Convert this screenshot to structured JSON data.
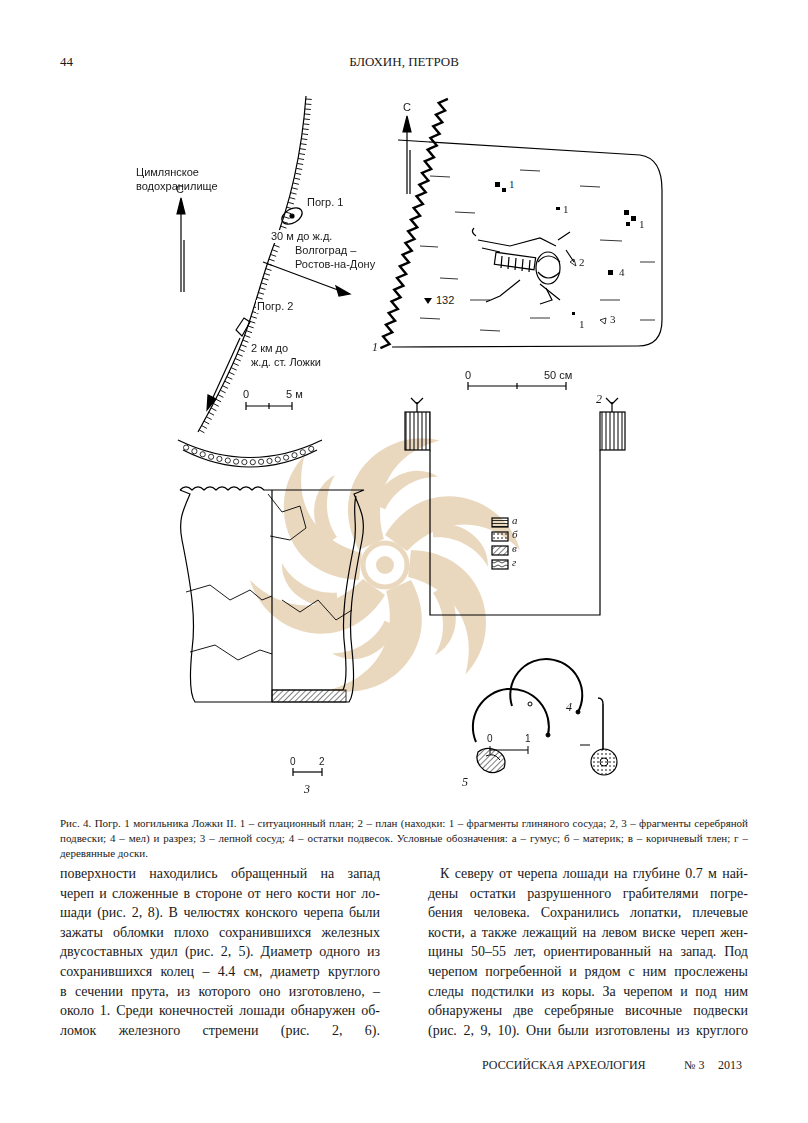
{
  "diagram": {
    "caption": "Рис. 4. Погр. 1 могильника Ложки II. 1 – ситуационный план; 2 – план (находки: 1 – фрагменты глиняного сосуда; 2, 3 – фрагменты серебряной подвески; 4 – мел) и разрез; 3 – лепной сосуд; 4 – остатки подвесок. Условные обозначения: а – гумус; б – материк; в – коричневый тлен; г – деревянные доски.",
    "labels": [
      "44",
      "БЛОХИН, ПЕТРОВ",
      "Цимлянское",
      "водохранилище",
      "С",
      "Погр. 1",
      "30 м до ж.д.",
      "Волгоград –",
      "Ростов-на-Дону",
      "Погр. 2",
      "2 км до",
      "ж.д. ст. Ложки",
      "0",
      "5 м",
      "1",
      "С",
      "1",
      "1",
      "1",
      "2",
      "4",
      "132",
      "1",
      "3",
      "0",
      "50 см",
      "2",
      "0",
      "2",
      "3",
      "4",
      "0",
      "1",
      "5",
      "РОССИЙСКАЯ АРХЕОЛОГИЯ",
      "№ 3",
      "2013",
      "поверхности находились обращенный на запад",
      "череп и сложенные в стороне от него кости ног ло-",
      "шади (рис. 2, 8). В челюстях конского черепа были",
      "зажаты обломки плохо сохранившихся железных",
      "двусоставных удил (рис. 2, 5). Диаметр одного из",
      "сохранившихся колец – 4.4 см, диаметр круглого",
      "в сечении прута, из которого оно изготовлено, –",
      "около 1. Среди конечностей лошади обнаружен об-",
      "ломок железного стремени (рис. 2, 6).",
      "К северу от черепа лошади на глубине 0.7 м най-",
      "дены остатки разрушенного грабителями погре-",
      "бения человека. Сохранились лопатки, плечевые",
      "кости, а также лежащий на левом виске череп жен-",
      "щины 50–55 лет, ориентированный на запад. Под",
      "черепом погребенной и рядом с ним прослежены",
      "следы подстилки из коры. За черепом и под ним",
      "обнаружены две серебряные височные подвески",
      "(рис. 2, 9, 10). Они были изготовлены из круглого"
    ],
    "legend": [
      {
        "text": "а"
      },
      {
        "text": "б"
      },
      {
        "text": "в"
      },
      {
        "text": "г"
      }
    ]
  }
}
